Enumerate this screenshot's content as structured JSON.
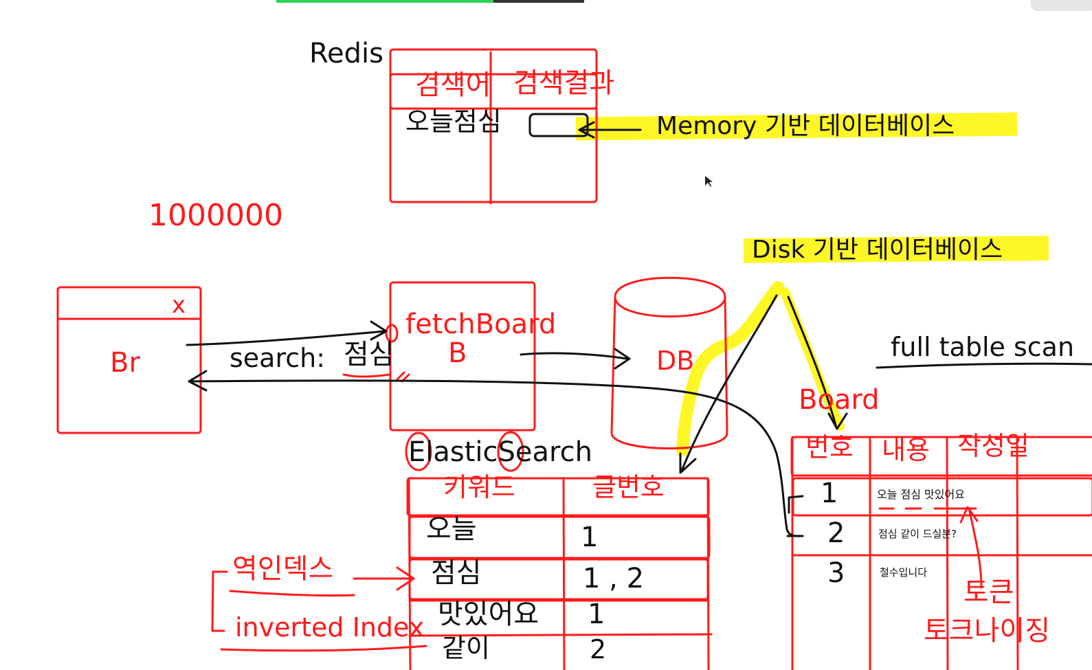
{
  "colors": {
    "ink": "#111111",
    "red": "#ff1a1a",
    "highlight": "#fff500",
    "topbar_green": "#2bd356"
  },
  "redis": {
    "label": "Redis",
    "col_keyword": "검색어",
    "col_result": "검색결과",
    "row_keyword": "오늘점심"
  },
  "memory_note": "Memory 기반 데이터베이스",
  "disk_note": "Disk 기반 데이터베이스",
  "count": "1000000",
  "browser": {
    "close": "x",
    "label": "Br"
  },
  "request": {
    "label": "search:",
    "keyword": "점심"
  },
  "backend": {
    "fn": "fetchBoard",
    "label": "B"
  },
  "db": {
    "label": "DB"
  },
  "full_scan": "full table scan",
  "elastic": {
    "label": "ElasticSearch",
    "col_keyword": "키워드",
    "col_ids": "글번호",
    "rows": [
      {
        "keyword": "오늘",
        "ids": "1"
      },
      {
        "keyword": "점심",
        "ids": "1 , 2"
      },
      {
        "keyword": "맛있어요",
        "ids": "1"
      },
      {
        "keyword": "같이",
        "ids": "2"
      }
    ]
  },
  "inverted": {
    "ko": "역인덱스",
    "en": "inverted Index"
  },
  "board": {
    "label": "Board",
    "col_no": "번호",
    "col_content": "내용",
    "col_date": "작성일",
    "rows": [
      {
        "no": "1",
        "content": "오늘 점심 맛있어요"
      },
      {
        "no": "2",
        "content": "점심 같이 드실분?"
      },
      {
        "no": "3",
        "content": "철수입니다"
      }
    ]
  },
  "token": {
    "token": "토큰",
    "tokenizing": "토크나이징"
  }
}
